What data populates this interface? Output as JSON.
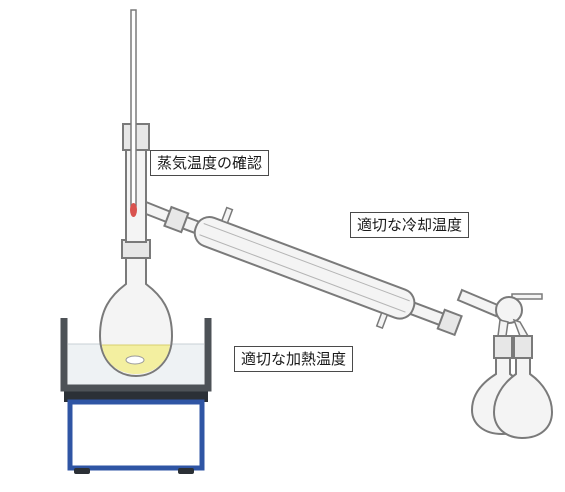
{
  "labels": {
    "vapor_temp": "蒸気温度の確認",
    "cooling_temp": "適切な冷却温度",
    "heating_temp": "適切な加熱温度"
  },
  "colors": {
    "glass_stroke": "#7a7a7a",
    "glass_fill": "#f4f4f4",
    "liquid": "#f3efa0",
    "bath_water": "#eef2f4",
    "bath_wall": "#4d5257",
    "heater_top": "#2b3036",
    "heater_body": "#2f55a4",
    "thermometer_bulb": "#d9534f"
  }
}
